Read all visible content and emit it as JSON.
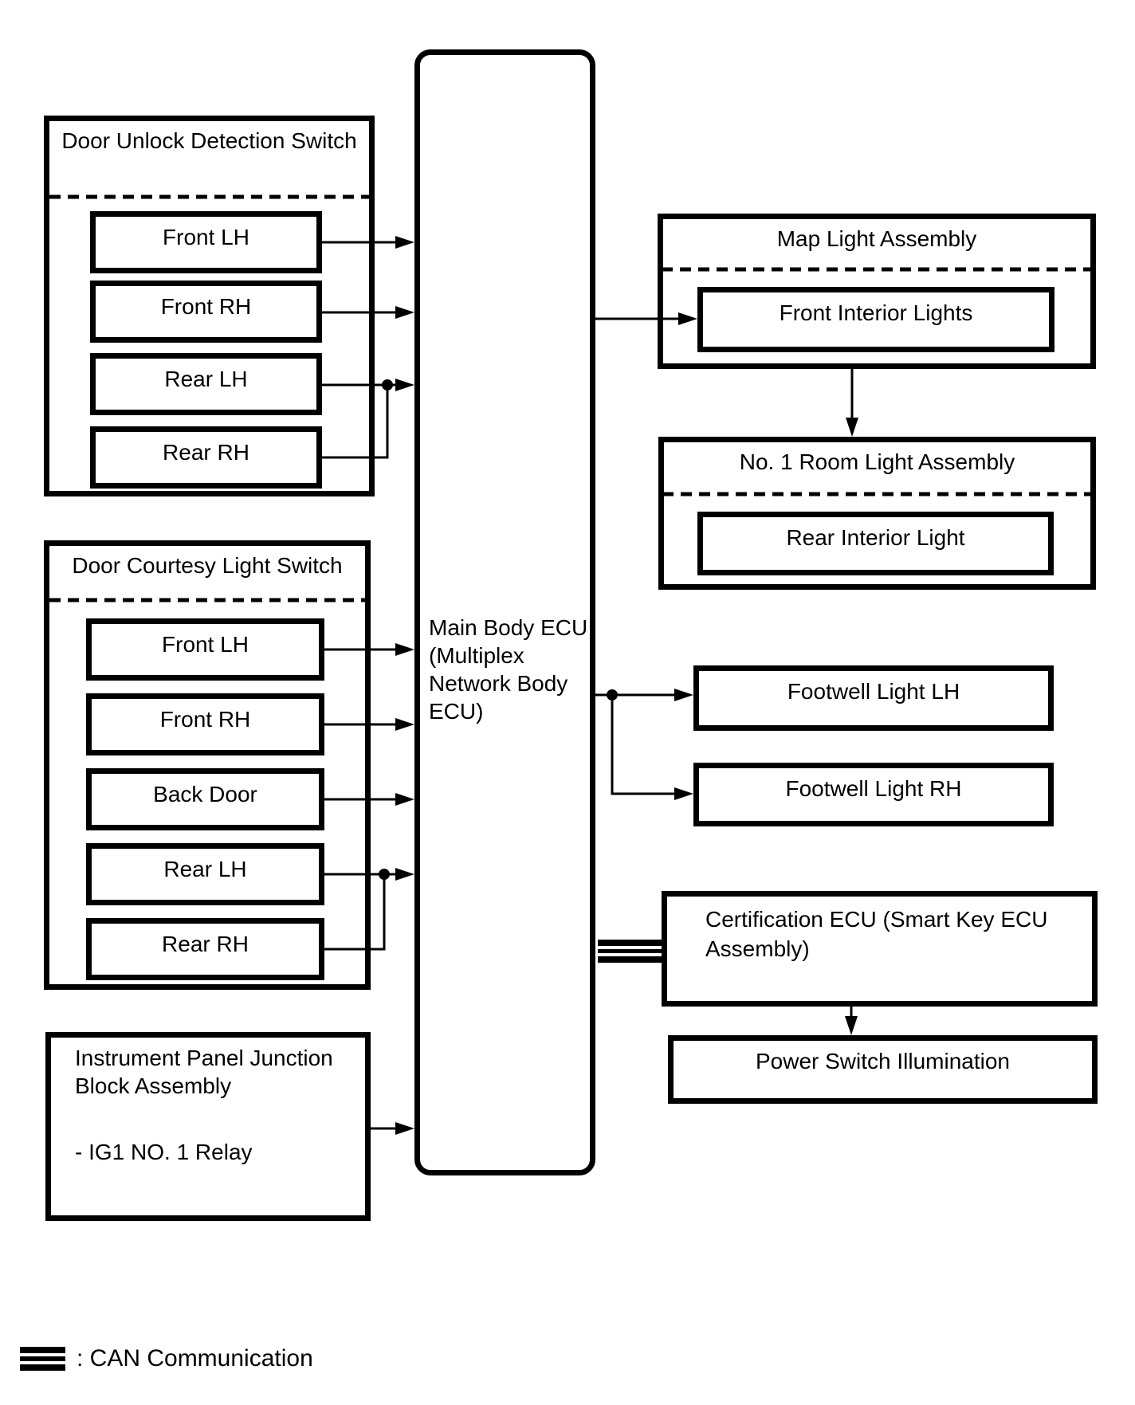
{
  "ecu": {
    "label": "Main Body ECU (Multiplex Network Body ECU)"
  },
  "door_unlock": {
    "title": "Door Unlock Detection Switch",
    "items": [
      "Front LH",
      "Front RH",
      "Rear LH",
      "Rear RH"
    ]
  },
  "door_courtesy": {
    "title": "Door Courtesy Light Switch",
    "items": [
      "Front LH",
      "Front RH",
      "Back Door",
      "Rear LH",
      "Rear RH"
    ]
  },
  "junction_block": {
    "title": "Instrument Panel Junction Block Assembly",
    "relay": "- IG1 NO. 1 Relay"
  },
  "map_light": {
    "title": "Map Light Assembly",
    "inner": "Front Interior Lights"
  },
  "room_light": {
    "title": "No. 1 Room Light Assembly",
    "inner": "Rear Interior Light"
  },
  "footwell_lh": {
    "label": "Footwell Light LH"
  },
  "footwell_rh": {
    "label": "Footwell Light RH"
  },
  "certification": {
    "label": "Certification ECU (Smart Key ECU Assembly)"
  },
  "power_switch": {
    "label": "Power Switch Illumination"
  },
  "legend": {
    "symbol": "can-bus-triple-line",
    "text": ": CAN Communication"
  },
  "colors": {
    "line": "#000000",
    "background": "#ffffff"
  }
}
